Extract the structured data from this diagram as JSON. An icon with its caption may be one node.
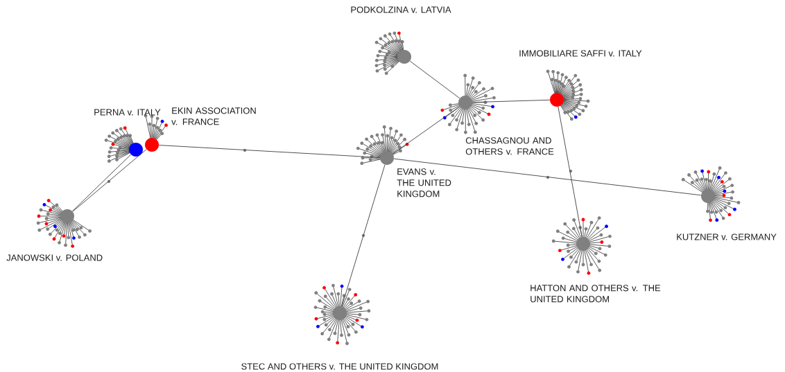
{
  "diagram": {
    "nodes": [
      {
        "text": [],
        "shape": "circle"
      },
      {
        "text": [],
        "shape": "circle",
        "beside": [
          "IMMOBILIARE SAFFI v. ITALY"
        ]
      },
      {
        "text": [],
        "shape": "circle",
        "beside": [
          "PERNA v. ITALY"
        ]
      },
      {
        "text": [],
        "shape": "circle",
        "beside": [
          "EKIN ASSOCIATION v. FRANCE"
        ]
      },
      {
        "text": [],
        "shape": "circle",
        "beside": [
          "CHASSAGNOU AND OTHERS v. FRANCE"
        ]
      },
      {
        "text": [],
        "shape": "circle",
        "beside": [
          "EVANS v. THE UNITED KINGDOM"
        ]
      },
      {
        "text": [],
        "shape": "circle",
        "beside": [
          "JANOWSKI v. POLAND"
        ]
      },
      {
        "text": [],
        "shape": "circle",
        "beside": [
          "KUTZNER v. GERMANY"
        ]
      },
      {
        "text": [],
        "shape": "circle",
        "beside": [
          "HATTON AND OTHERS v. THE UNITED KINGDOM"
        ]
      },
      {
        "text": [],
        "shape": "circle"
      }
    ],
    "labels": [
      "PODKOLZINA v. LATVIA",
      "STEC AND OTHERS v. THE UNITED KINGDOM"
    ],
    "edges": [
      {
        "from": 6,
        "to": 2,
        "arrow": "none"
      },
      {
        "from": 6,
        "to": 3,
        "arrow": "none"
      },
      {
        "from": 3,
        "to": 5,
        "arrow": "none"
      },
      {
        "from": 5,
        "to": 4,
        "arrow": "none"
      },
      {
        "from": 0,
        "to": 4,
        "arrow": "none"
      },
      {
        "from": 4,
        "to": 1,
        "arrow": "none"
      },
      {
        "from": 5,
        "to": 7,
        "arrow": "none"
      },
      {
        "from": 1,
        "to": 8,
        "arrow": "none"
      },
      {
        "from": 5,
        "to": 9,
        "arrow": "none"
      }
    ]
  }
}
